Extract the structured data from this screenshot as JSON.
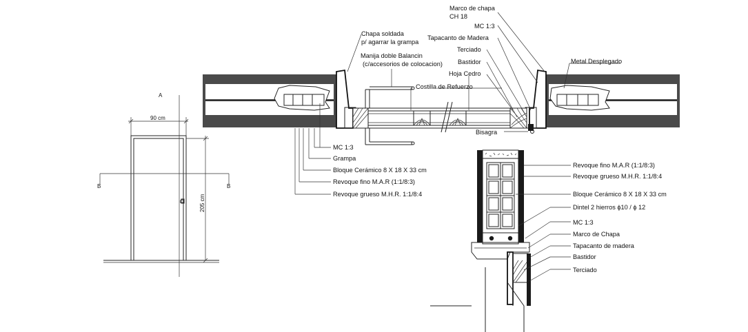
{
  "elevation": {
    "section_a": "A",
    "section_b_left": "B",
    "section_b_right": "B",
    "width_dim": "90 cm",
    "height_dim": "205 cm",
    "door_mark": "D"
  },
  "plan_labels": {
    "marco_chapa": "Marco de chapa",
    "ch18": "CH 18",
    "mc_top": "MC 1:3",
    "tapacanto": "Tapacanto de Madera",
    "terciado": "Terciado",
    "bastidor": "Bastidor",
    "hoja_cedro": "Hoja Cedro",
    "chapa_soldada_1": "Chapa soldada",
    "chapa_soldada_2": "p/ agarrar la grampa",
    "manija_1": "Manija doble Balancin",
    "manija_2": "(c/accesorios de colocacion)",
    "costilla": "Costilla de Refuerzo",
    "metal_desplegado": "Metal Desplegado",
    "bisagra": "Bisagra",
    "mc_left": "MC 1:3",
    "grampa": "Grampa",
    "bloque_left": "Bloque Cerámico 8 X 18 X 33 cm",
    "revoque_fino_left": "Revoque fino M.A.R (1:1/8:3)",
    "revoque_grueso_left": "Revoque grueso M.H.R. 1:1/8:4"
  },
  "section_labels": {
    "revoque_fino": "Revoque fino M.A.R (1:1/8:3)",
    "revoque_grueso": "Revoque grueso M.H.R. 1:1/8:4",
    "bloque": "Bloque Cerámico 8 X 18 X 33 cm",
    "dintel": "Dintel 2 hierros ϕ10 / ϕ 12",
    "mc": "MC 1:3",
    "marco": "Marco de Chapa",
    "tapacanto": "Tapacanto de madera",
    "bastidor": "Bastidor",
    "terciado": "Terciado"
  }
}
